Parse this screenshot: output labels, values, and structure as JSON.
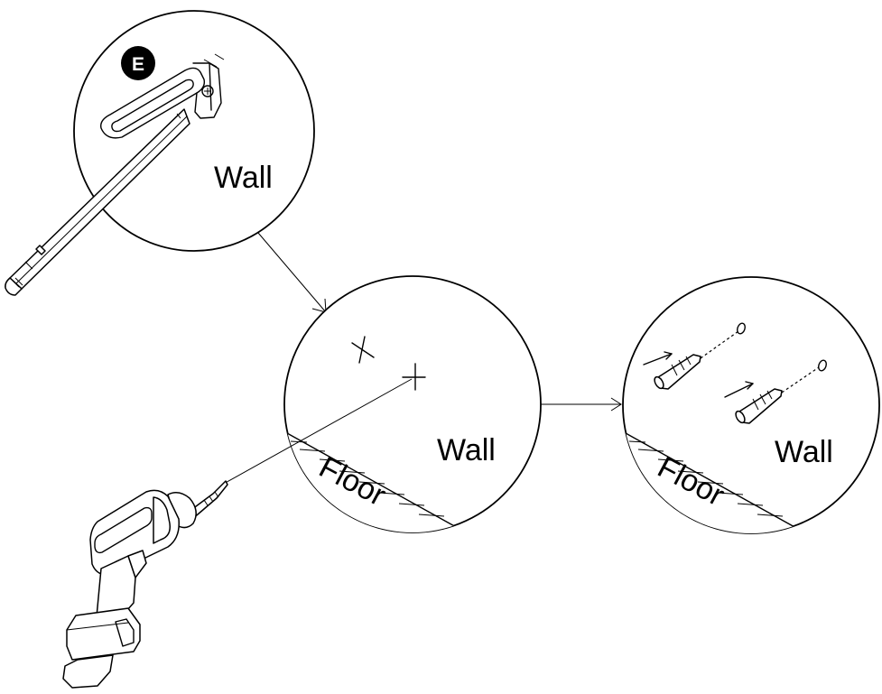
{
  "step_badge": "E",
  "panels": {
    "marking": {
      "wall_label": "Wall"
    },
    "drilling": {
      "wall_label": "Wall",
      "floor_label": "Floor"
    },
    "anchors": {
      "wall_label": "Wall",
      "floor_label": "Floor"
    }
  },
  "icons": {
    "pencil": "pencil-icon",
    "bracket": "wall-bracket-icon",
    "drill": "power-drill-icon",
    "anchor": "wall-plug-anchor-icon"
  }
}
